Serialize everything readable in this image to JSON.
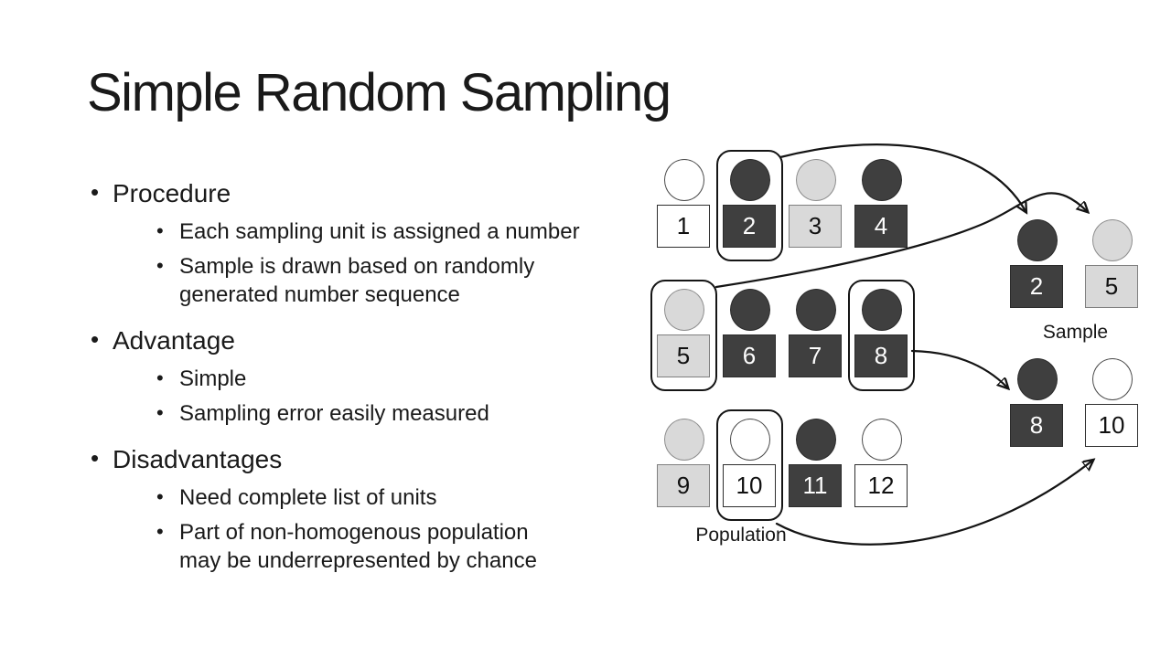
{
  "slide": {
    "title": "Simple Random Sampling",
    "bullets": [
      {
        "label": "Procedure",
        "sub": [
          "Each sampling unit is assigned a number",
          "Sample is drawn based on randomly\ngenerated number sequence"
        ]
      },
      {
        "label": "Advantage",
        "sub": [
          "Simple",
          "Sampling error easily measured"
        ]
      },
      {
        "label": "Disadvantages",
        "sub": [
          "Need complete list of units",
          "Part of non-homogenous population\nmay be underrepresented by chance"
        ]
      }
    ]
  },
  "diagram": {
    "population_label": "Population",
    "sample_label": "Sample",
    "population": {
      "units": [
        {
          "label": "1",
          "tone": "white",
          "selected": false
        },
        {
          "label": "2",
          "tone": "dark",
          "selected": true
        },
        {
          "label": "3",
          "tone": "light",
          "selected": false
        },
        {
          "label": "4",
          "tone": "dark",
          "selected": false
        },
        {
          "label": "5",
          "tone": "light",
          "selected": true
        },
        {
          "label": "6",
          "tone": "dark",
          "selected": false
        },
        {
          "label": "7",
          "tone": "dark",
          "selected": false
        },
        {
          "label": "8",
          "tone": "dark",
          "selected": true
        },
        {
          "label": "9",
          "tone": "light",
          "selected": false
        },
        {
          "label": "10",
          "tone": "white",
          "selected": true
        },
        {
          "label": "11",
          "tone": "dark",
          "selected": false
        },
        {
          "label": "12",
          "tone": "white",
          "selected": false
        }
      ]
    },
    "sample_groups": [
      {
        "units": [
          {
            "label": "2",
            "tone": "dark"
          },
          {
            "label": "5",
            "tone": "light"
          }
        ]
      },
      {
        "units": [
          {
            "label": "8",
            "tone": "dark"
          },
          {
            "label": "10",
            "tone": "white"
          }
        ]
      }
    ]
  },
  "palette": {
    "dark": "#3f3f3f",
    "light": "#d9d9d9",
    "white": "#ffffff"
  }
}
